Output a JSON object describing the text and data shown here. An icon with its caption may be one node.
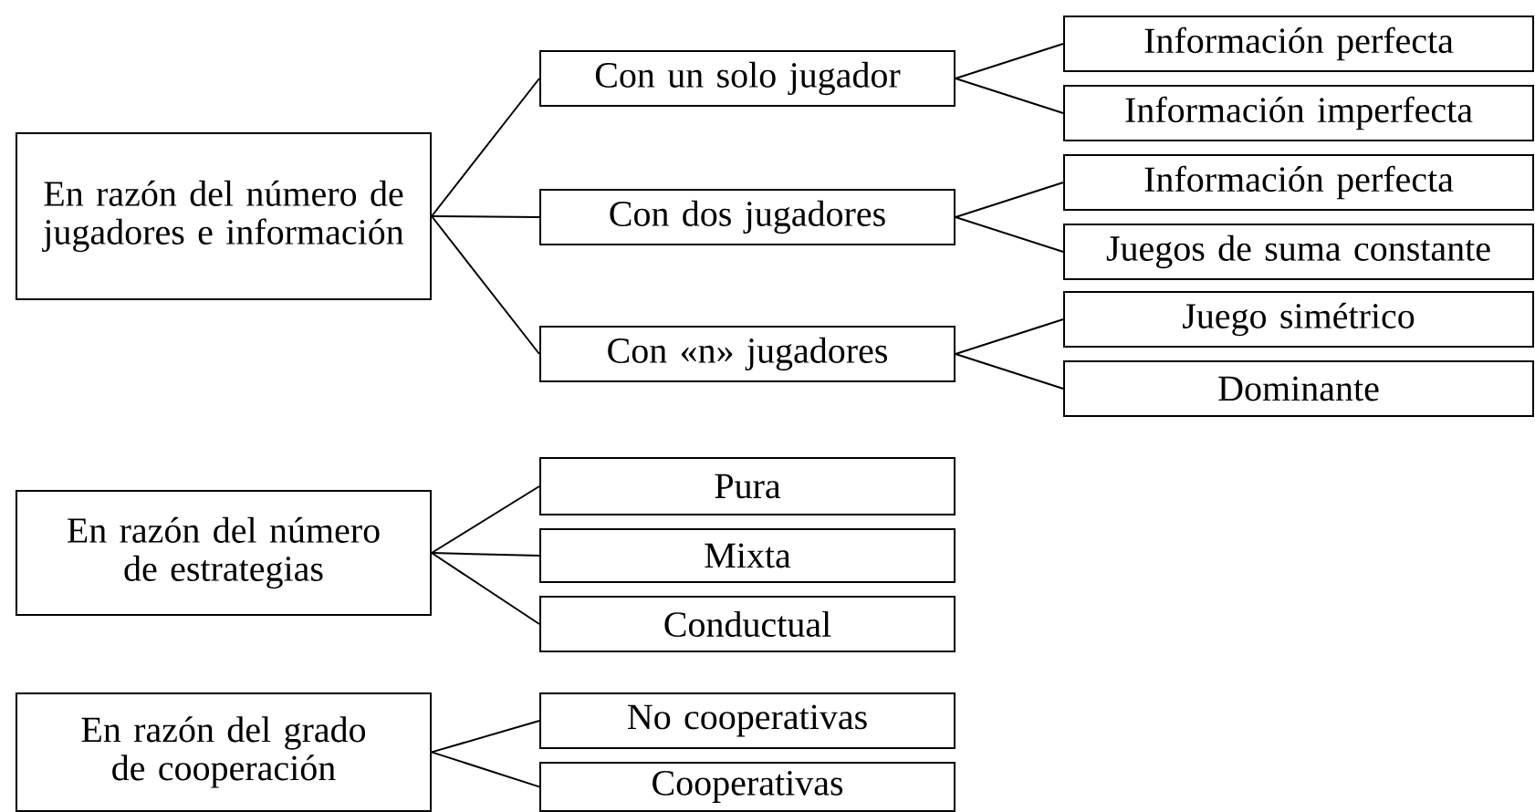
{
  "diagram": {
    "nodes": [
      {
        "text": [
          "En razón del número de jugadores e información"
        ]
      },
      {
        "text": [
          "Con un solo jugador"
        ]
      },
      {
        "text": [
          "Información perfecta"
        ]
      },
      {
        "text": [
          "Información imperfecta"
        ]
      },
      {
        "text": [
          "Con dos jugadores"
        ]
      },
      {
        "text": [
          "Información perfecta"
        ]
      },
      {
        "text": [
          "Juegos de suma constante"
        ]
      },
      {
        "text": [
          "Con «n» jugadores"
        ]
      },
      {
        "text": [
          "Juego simétrico"
        ]
      },
      {
        "text": [
          "Dominante"
        ]
      },
      {
        "text": [
          "En razón del número de estrategias"
        ]
      },
      {
        "text": [
          "Pura"
        ]
      },
      {
        "text": [
          "Mixta"
        ]
      },
      {
        "text": [
          "Conductual"
        ]
      },
      {
        "text": [
          "En razón del grado de cooperación"
        ]
      },
      {
        "text": [
          "No cooperativas"
        ]
      },
      {
        "text": [
          "Cooperativas"
        ]
      }
    ],
    "edges": [
      {
        "from": 0,
        "to": 1,
        "arrow": "none"
      },
      {
        "from": 0,
        "to": 4,
        "arrow": "none"
      },
      {
        "from": 0,
        "to": 7,
        "arrow": "none"
      },
      {
        "from": 1,
        "to": 2,
        "arrow": "none"
      },
      {
        "from": 1,
        "to": 3,
        "arrow": "none"
      },
      {
        "from": 4,
        "to": 5,
        "arrow": "none"
      },
      {
        "from": 4,
        "to": 6,
        "arrow": "none"
      },
      {
        "from": 7,
        "to": 8,
        "arrow": "none"
      },
      {
        "from": 7,
        "to": 9,
        "arrow": "none"
      },
      {
        "from": 10,
        "to": 11,
        "arrow": "none"
      },
      {
        "from": 10,
        "to": 12,
        "arrow": "none"
      },
      {
        "from": 10,
        "to": 13,
        "arrow": "none"
      },
      {
        "from": 14,
        "to": 15,
        "arrow": "none"
      },
      {
        "from": 14,
        "to": 16,
        "arrow": "none"
      }
    ]
  }
}
